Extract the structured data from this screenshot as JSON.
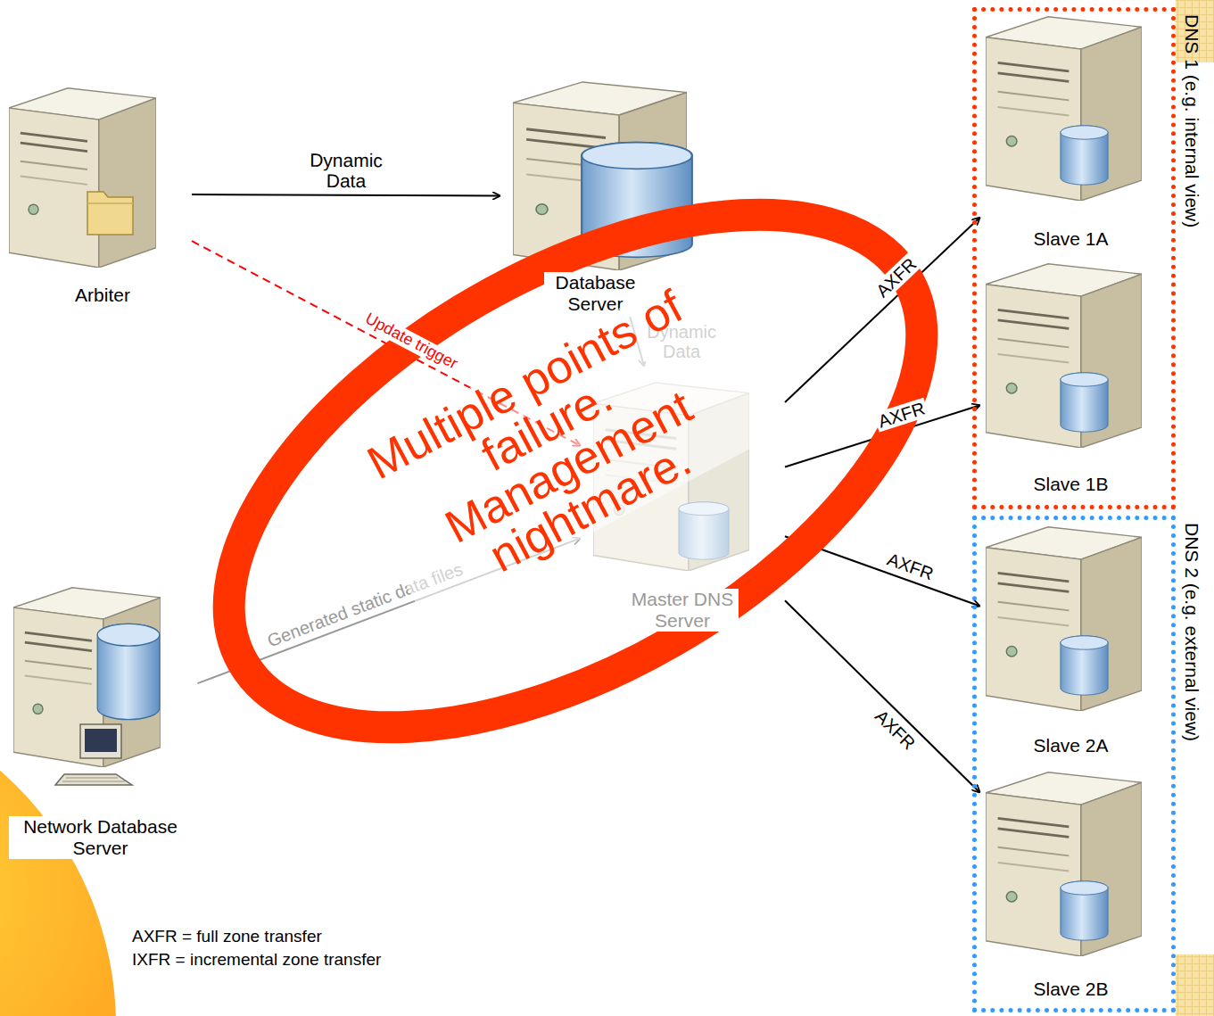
{
  "diagram": {
    "nodes": [
      {
        "text": [
          "Arbiter"
        ]
      },
      {
        "text": [
          "Database Server"
        ]
      },
      {
        "text": [
          "DNS 1 (e.g. internal view)"
        ]
      },
      {
        "text": [
          "Slave 1A"
        ],
        "in": 2
      },
      {
        "text": [
          "Slave 1B"
        ],
        "in": 2
      },
      {
        "text": [
          "Master DNS Server"
        ]
      },
      {
        "text": [
          "DNS 2 (e.g. external view)"
        ]
      },
      {
        "text": [
          "Slave 2A"
        ],
        "in": 6
      },
      {
        "text": [
          "Slave 2B"
        ],
        "in": 6
      },
      {
        "text": [
          "Network Database Server"
        ]
      }
    ],
    "edges": [
      {
        "from": 0,
        "to": 1,
        "label": "Dynamic Data",
        "arrow": "to"
      },
      {
        "from": 0,
        "to": 5,
        "label": "Update trigger",
        "arrow": "to"
      },
      {
        "from": 1,
        "to": 5,
        "label": "Dynamic Data",
        "arrow": "to"
      },
      {
        "from": 9,
        "to": 5,
        "label": "Generated static data files",
        "arrow": "to"
      },
      {
        "from": 5,
        "to": 3,
        "label": "AXFR",
        "arrow": "to"
      },
      {
        "from": 5,
        "to": 4,
        "label": "AXFR",
        "arrow": "to"
      },
      {
        "from": 5,
        "to": 7,
        "label": "AXFR",
        "arrow": "to"
      },
      {
        "from": 5,
        "to": 8,
        "label": "AXFR",
        "arrow": "to"
      }
    ],
    "labels": [
      "Multiple points of failure. Management nightmare.",
      "AXFR = full zone transfer",
      "IXFR = incremental zone transfer"
    ]
  }
}
